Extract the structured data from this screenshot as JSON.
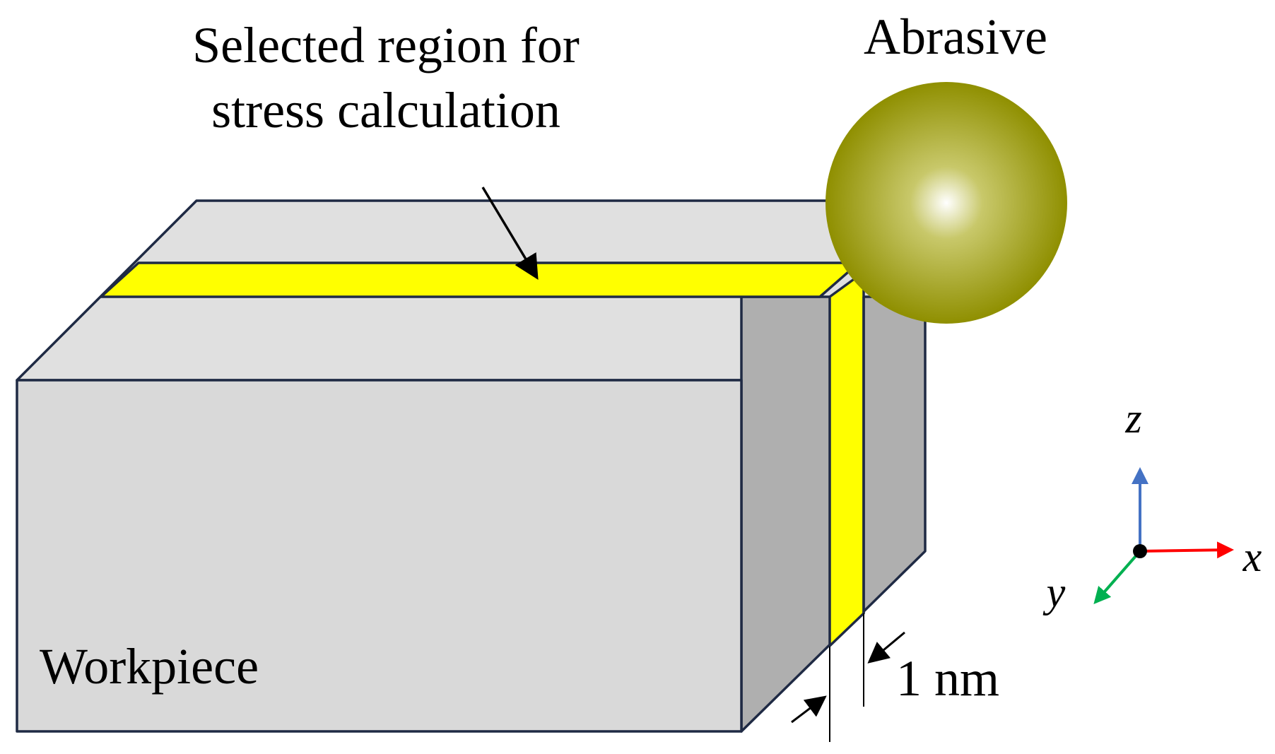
{
  "labels": {
    "selected_region_line1": "Selected region for",
    "selected_region_line2": "stress calculation",
    "abrasive": "Abrasive",
    "workpiece": "Workpiece",
    "thickness": "1 nm"
  },
  "axes": {
    "z": "z",
    "x": "x",
    "y": "y"
  },
  "colors": {
    "workpiece_front": "#d9d9d9",
    "workpiece_top": "#e0e0e0",
    "workpiece_side": "#afafaf",
    "selected_region": "#ffff00",
    "edge": "#1f2a44",
    "abrasive_highlight": "#ffffff",
    "abrasive_base": "#8f8f00",
    "axis_z": "#4472c4",
    "axis_x": "#ff0000",
    "axis_y": "#00b050",
    "origin": "#000000"
  },
  "icons": {
    "abrasive": "sphere-gradient",
    "axis_origin": "filled-circle"
  }
}
